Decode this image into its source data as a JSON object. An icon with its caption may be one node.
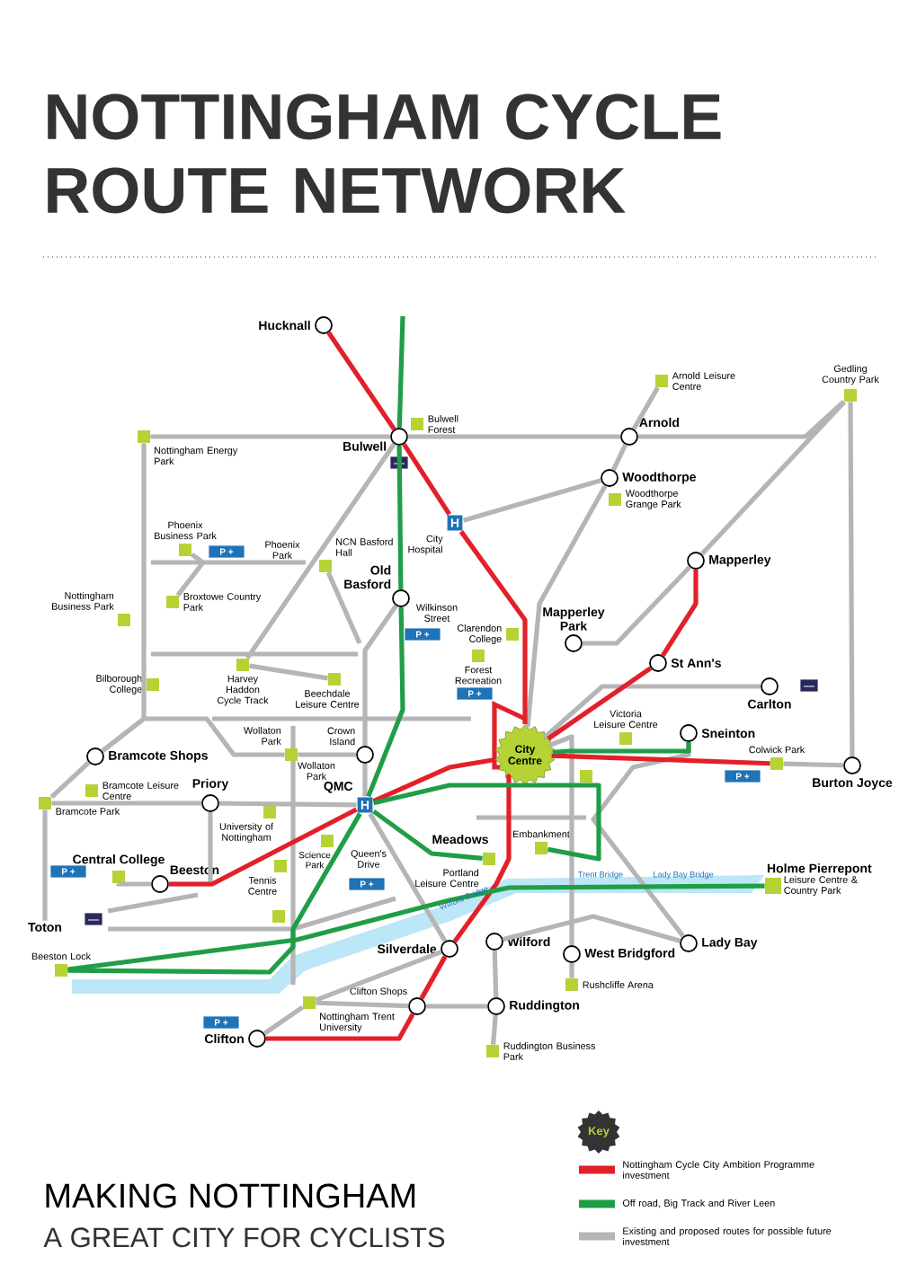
{
  "diagram": {
    "title": "NOTTINGHAM CYCLE ROUTE NETWORK",
    "nodes": [
      {
        "text": [
          "Hucknall"
        ]
      },
      {
        "text": [
          "Bulwell"
        ]
      },
      {
        "text": [
          "Bulwell Forest"
        ]
      },
      {
        "text": [
          "Nottingham Energy Park"
        ]
      },
      {
        "text": [
          "Arnold Leisure Centre"
        ]
      },
      {
        "text": [
          "Arnold"
        ]
      },
      {
        "text": [
          "Gedling Country Park"
        ]
      },
      {
        "text": [
          "H"
        ],
        "beside": [
          "City Hospital"
        ]
      },
      {
        "text": [
          "Woodthorpe"
        ]
      },
      {
        "text": [
          "Woodthorpe Grange Park"
        ]
      },
      {
        "text": [
          "Phoenix Business Park"
        ]
      },
      {
        "text": [
          "NCN Basford Hall"
        ]
      },
      {
        "text": [
          "Broxtowe Country Park"
        ]
      },
      {
        "text": [
          "Nottingham Business Park"
        ]
      },
      {
        "text": [
          "Old Basford"
        ]
      },
      {
        "text": [
          "Mapperley"
        ]
      },
      {
        "text": [
          "Clarendon College"
        ]
      },
      {
        "text": [
          "Mapperley Park"
        ]
      },
      {
        "text": [
          "Forest Recreation"
        ]
      },
      {
        "text": [
          "St Ann's"
        ]
      },
      {
        "text": [
          "Harvey Haddon Cycle Track"
        ]
      },
      {
        "text": [
          "Bilborough College"
        ]
      },
      {
        "text": [
          "Beechdale Leisure Centre"
        ]
      },
      {
        "text": [
          "Carlton"
        ]
      },
      {
        "text": [
          "Wollaton Park"
        ]
      },
      {
        "text": [
          "Crown Island"
        ]
      },
      {
        "text": [
          "Victoria Leisure Centre"
        ]
      },
      {
        "text": [
          "Sneinton"
        ]
      },
      {
        "text": [
          "City Centre"
        ]
      },
      {
        "text": [
          "Colwick Park"
        ]
      },
      {
        "text": [
          "Burton Joyce"
        ]
      },
      {
        "text": [
          "Bramcote Shops"
        ]
      },
      {
        "text": [
          "Bramcote Leisure Centre"
        ]
      },
      {
        "text": [
          "Priory"
        ]
      },
      {
        "text": [
          "Bramcote Park"
        ]
      },
      {
        "text": [
          "H"
        ],
        "beside": [
          "QMC"
        ]
      },
      {
        "text": [
          "University of Nottingham"
        ]
      },
      {
        "text": [],
        "shape": "box"
      },
      {
        "text": [
          "Meadows"
        ]
      },
      {
        "text": [
          "Embankment"
        ]
      },
      {
        "text": [
          "Science Park"
        ]
      },
      {
        "text": [
          "Portland Leisure Centre"
        ]
      },
      {
        "text": [
          "Tennis Centre"
        ]
      },
      {
        "text": [
          "Central College"
        ]
      },
      {
        "text": [
          "Beeston"
        ]
      },
      {
        "text": [
          "Toton"
        ]
      },
      {
        "text": [
          "Holme Pierrepont",
          "Leisure Centre & Country Park"
        ]
      },
      {
        "text": [],
        "shape": "box"
      },
      {
        "text": [
          "Silverdale"
        ]
      },
      {
        "text": [
          "Wilford"
        ]
      },
      {
        "text": [
          "West Bridgford"
        ]
      },
      {
        "text": [
          "Lady Bay"
        ]
      },
      {
        "text": [
          "Beeston Lock"
        ]
      },
      {
        "text": [
          "Rushcliffe Arena"
        ]
      },
      {
        "text": [
          "Clifton Shops"
        ]
      },
      {
        "text": [
          "Ruddington"
        ]
      },
      {
        "text": [
          "Nottingham Trent University"
        ]
      },
      {
        "text": [
          "Clifton"
        ]
      },
      {
        "text": [
          "Ruddington Business Park"
        ]
      }
    ],
    "edges": [
      {
        "from": 3,
        "to": 1,
        "arrow": "none"
      },
      {
        "from": 1,
        "to": 5,
        "arrow": "none"
      },
      {
        "from": 5,
        "to": 6,
        "arrow": "none"
      },
      {
        "from": 5,
        "to": 4,
        "arrow": "none"
      },
      {
        "from": 5,
        "to": 8,
        "arrow": "none"
      },
      {
        "from": 8,
        "to": 7,
        "arrow": "none"
      },
      {
        "from": 8,
        "to": 28,
        "arrow": "none"
      },
      {
        "from": 6,
        "to": 15,
        "arrow": "none"
      },
      {
        "from": 15,
        "to": 17,
        "arrow": "none"
      },
      {
        "from": 6,
        "to": 30,
        "arrow": "none"
      },
      {
        "from": 29,
        "to": 30,
        "arrow": "none"
      },
      {
        "from": 28,
        "to": 23,
        "arrow": "none"
      },
      {
        "from": 27,
        "to": 51,
        "arrow": "none"
      },
      {
        "from": 28,
        "to": 50,
        "arrow": "none"
      },
      {
        "from": 50,
        "to": 53,
        "arrow": "none"
      },
      {
        "from": 49,
        "to": 51,
        "arrow": "none"
      },
      {
        "from": 49,
        "to": 55,
        "arrow": "none"
      },
      {
        "from": 55,
        "to": 58,
        "arrow": "none"
      },
      {
        "from": 54,
        "to": 55,
        "arrow": "none"
      },
      {
        "from": 56,
        "to": 54,
        "arrow": "none"
      },
      {
        "from": 57,
        "to": 56,
        "arrow": "none"
      },
      {
        "from": 56,
        "to": 48,
        "arrow": "none"
      },
      {
        "from": 35,
        "to": 48,
        "arrow": "none"
      },
      {
        "from": 35,
        "to": 25,
        "arrow": "none"
      },
      {
        "from": 25,
        "to": 14,
        "arrow": "none"
      },
      {
        "from": 34,
        "to": 33,
        "arrow": "none"
      },
      {
        "from": 33,
        "to": 35,
        "arrow": "none"
      },
      {
        "from": 34,
        "to": 45,
        "arrow": "none"
      },
      {
        "from": 31,
        "to": 34,
        "arrow": "none"
      },
      {
        "from": 31,
        "to": 3,
        "arrow": "none"
      },
      {
        "from": 33,
        "to": 44,
        "arrow": "none"
      },
      {
        "from": 43,
        "to": 44,
        "arrow": "none"
      },
      {
        "from": 1,
        "to": 20,
        "arrow": "none"
      },
      {
        "from": 0,
        "to": 1,
        "arrow": "none",
        "color": "#e3202a"
      },
      {
        "from": 1,
        "to": 7,
        "arrow": "none",
        "color": "#e3202a"
      },
      {
        "from": 7,
        "to": 28,
        "arrow": "none",
        "color": "#e3202a"
      },
      {
        "from": 15,
        "to": 19,
        "arrow": "none",
        "color": "#e3202a"
      },
      {
        "from": 19,
        "to": 28,
        "arrow": "none",
        "color": "#e3202a"
      },
      {
        "from": 28,
        "to": 29,
        "arrow": "none",
        "color": "#e3202a"
      },
      {
        "from": 28,
        "to": 35,
        "arrow": "none",
        "color": "#e3202a"
      },
      {
        "from": 35,
        "to": 44,
        "arrow": "none",
        "color": "#e3202a"
      },
      {
        "from": 28,
        "to": 48,
        "arrow": "none",
        "color": "#e3202a"
      },
      {
        "from": 48,
        "to": 54,
        "arrow": "none",
        "color": "#e3202a"
      },
      {
        "from": 54,
        "to": 57,
        "arrow": "none",
        "color": "#e3202a"
      },
      {
        "from": null,
        "to": 1,
        "arrow": "none",
        "color": "#1f9e47"
      },
      {
        "from": 1,
        "to": 14,
        "arrow": "none",
        "color": "#1f9e47"
      },
      {
        "from": 14,
        "to": 35,
        "arrow": "none",
        "color": "#1f9e47"
      },
      {
        "from": 35,
        "to": 52,
        "arrow": "none",
        "color": "#1f9e47"
      },
      {
        "from": 52,
        "to": 46,
        "arrow": "none",
        "color": "#1f9e47"
      },
      {
        "from": 35,
        "to": 39,
        "arrow": "none",
        "color": "#1f9e47"
      },
      {
        "from": 35,
        "to": 41,
        "arrow": "none",
        "color": "#1f9e47"
      },
      {
        "from": 28,
        "to": 27,
        "arrow": "none",
        "color": "#1f9e47"
      },
      {
        "from": 24,
        "to": 25,
        "arrow": "none"
      },
      {
        "from": 31,
        "to": 24,
        "arrow": "none"
      },
      {
        "from": 10,
        "to": 12,
        "arrow": "none"
      },
      {
        "from": 11,
        "to": null,
        "arrow": "none"
      },
      {
        "from": 20,
        "to": 22,
        "arrow": "none"
      }
    ],
    "labels": [
      "Phoenix Park",
      "P +",
      "Wilkinson Street",
      "P +",
      "P +",
      "Wollaton Park",
      "Queen's Drive",
      "P +",
      "P +",
      "P +",
      "Trent Bridge",
      "Lady Bay Bridge",
      "Wilford Bridge",
      "P +",
      "Key",
      "MAKING NOTTINGHAM",
      "A GREAT CITY FOR CYCLISTS"
    ],
    "legend": [
      {
        "text": "Nottingham Cycle City Ambition Programme investment",
        "color": "#e3202a"
      },
      {
        "text": "Off road, Big Track and River Leen",
        "color": "#1f9e47"
      },
      {
        "text": "Existing and proposed routes for possible future investment",
        "color": "#b5b5b5"
      }
    ]
  }
}
